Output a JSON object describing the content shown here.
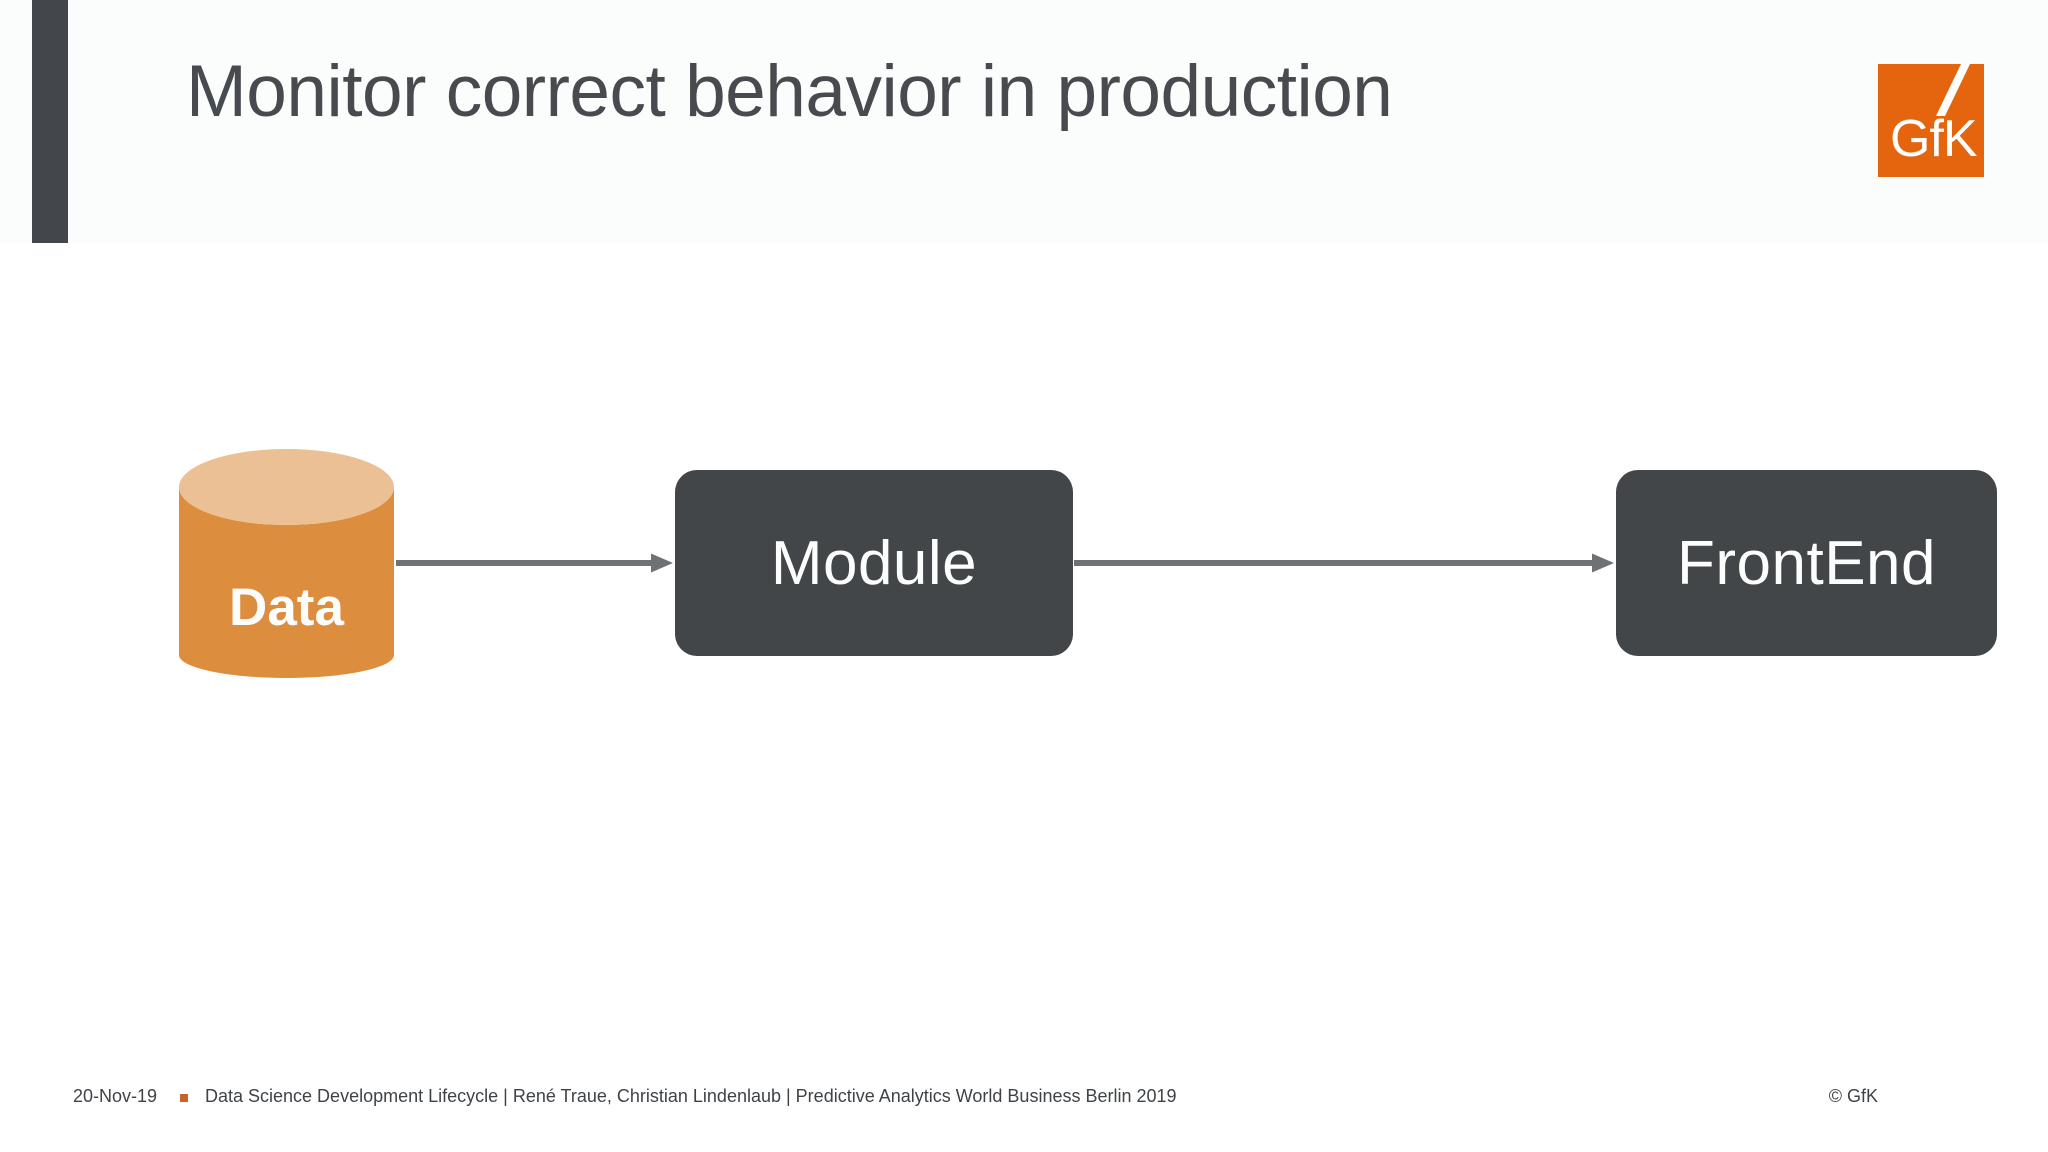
{
  "slide": {
    "title": "Monitor correct behavior in production",
    "logo": {
      "text": "GfK"
    }
  },
  "diagram": {
    "nodes": [
      {
        "id": "data",
        "type": "cylinder",
        "label": "Data"
      },
      {
        "id": "module",
        "type": "box",
        "label": "Module"
      },
      {
        "id": "frontend",
        "type": "box",
        "label": "FrontEnd"
      }
    ],
    "edges": [
      {
        "from": "data",
        "to": "module"
      },
      {
        "from": "module",
        "to": "frontend"
      }
    ]
  },
  "footer": {
    "date": "20-Nov-19",
    "credits": "Data Science Development Lifecycle | René Traue, Christian Lindenlaub | Predictive Analytics World Business Berlin 2019",
    "copyright": "© GfK"
  },
  "colors": {
    "accent_orange": "#E5650E",
    "cylinder_body": "#DC8D3E",
    "cylinder_top": "#EBC094",
    "node_dark": "#434649",
    "bar_dark": "#43464A",
    "arrow_gray": "#6F7275",
    "bullet_orange": "#C96226",
    "title_gray": "#474B4F",
    "footer_gray": "#3F4347",
    "band_tint": "#FAFDFB"
  }
}
